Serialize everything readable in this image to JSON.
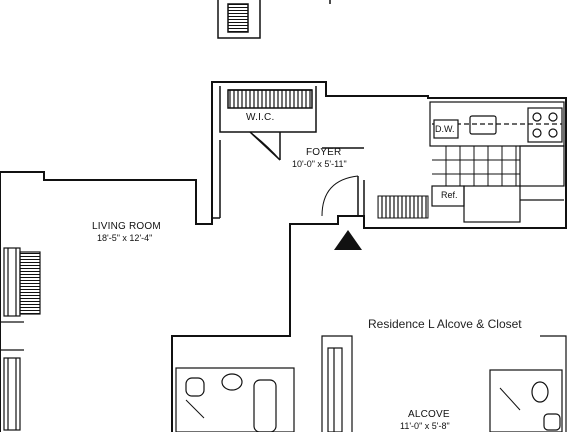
{
  "caption": "Residence L Alcove & Closet",
  "rooms": {
    "living": {
      "name": "LIVING ROOM",
      "dims": "18'-5\" x 12'-4\""
    },
    "foyer": {
      "name": "FOYER",
      "dims": "10'-0\" x 5'-11\""
    },
    "wic": {
      "name": "W.I.C."
    },
    "alcove": {
      "name": "ALCOVE",
      "dims": "11'-0\" x 5'-8\""
    }
  },
  "appliances": {
    "dishwasher": "D.W.",
    "refrigerator": "Ref."
  },
  "icons": {
    "entry": "entry-arrow-icon"
  },
  "colors": {
    "line": "#111111",
    "background": "#ffffff"
  }
}
